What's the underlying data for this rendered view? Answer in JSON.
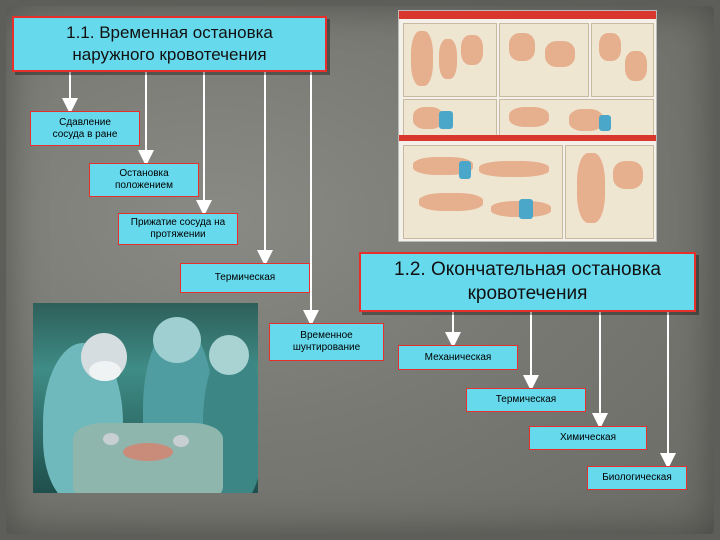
{
  "boxes": {
    "temporary_title": "1.1. Временная остановка наружного кровотечения",
    "vessel_pressure_wound": "Сдавление сосуда в ране",
    "stop_by_position": "Остановка положением",
    "vessel_pressure_along": "Прижатие сосуда на протяжении",
    "thermal_left": "Термическая",
    "temporary_shunting": "Временное шунтирование",
    "final_title": "1.2. Окончательная остановка кровотечения",
    "mechanical": "Механическая",
    "thermal_right": "Термическая",
    "chemical": "Химическая",
    "biological": "Биологическая"
  },
  "colors": {
    "box_fill": "#66d9ec",
    "box_border": "#e6302b",
    "connector": "#ffffff",
    "background": "#7a7a75"
  }
}
